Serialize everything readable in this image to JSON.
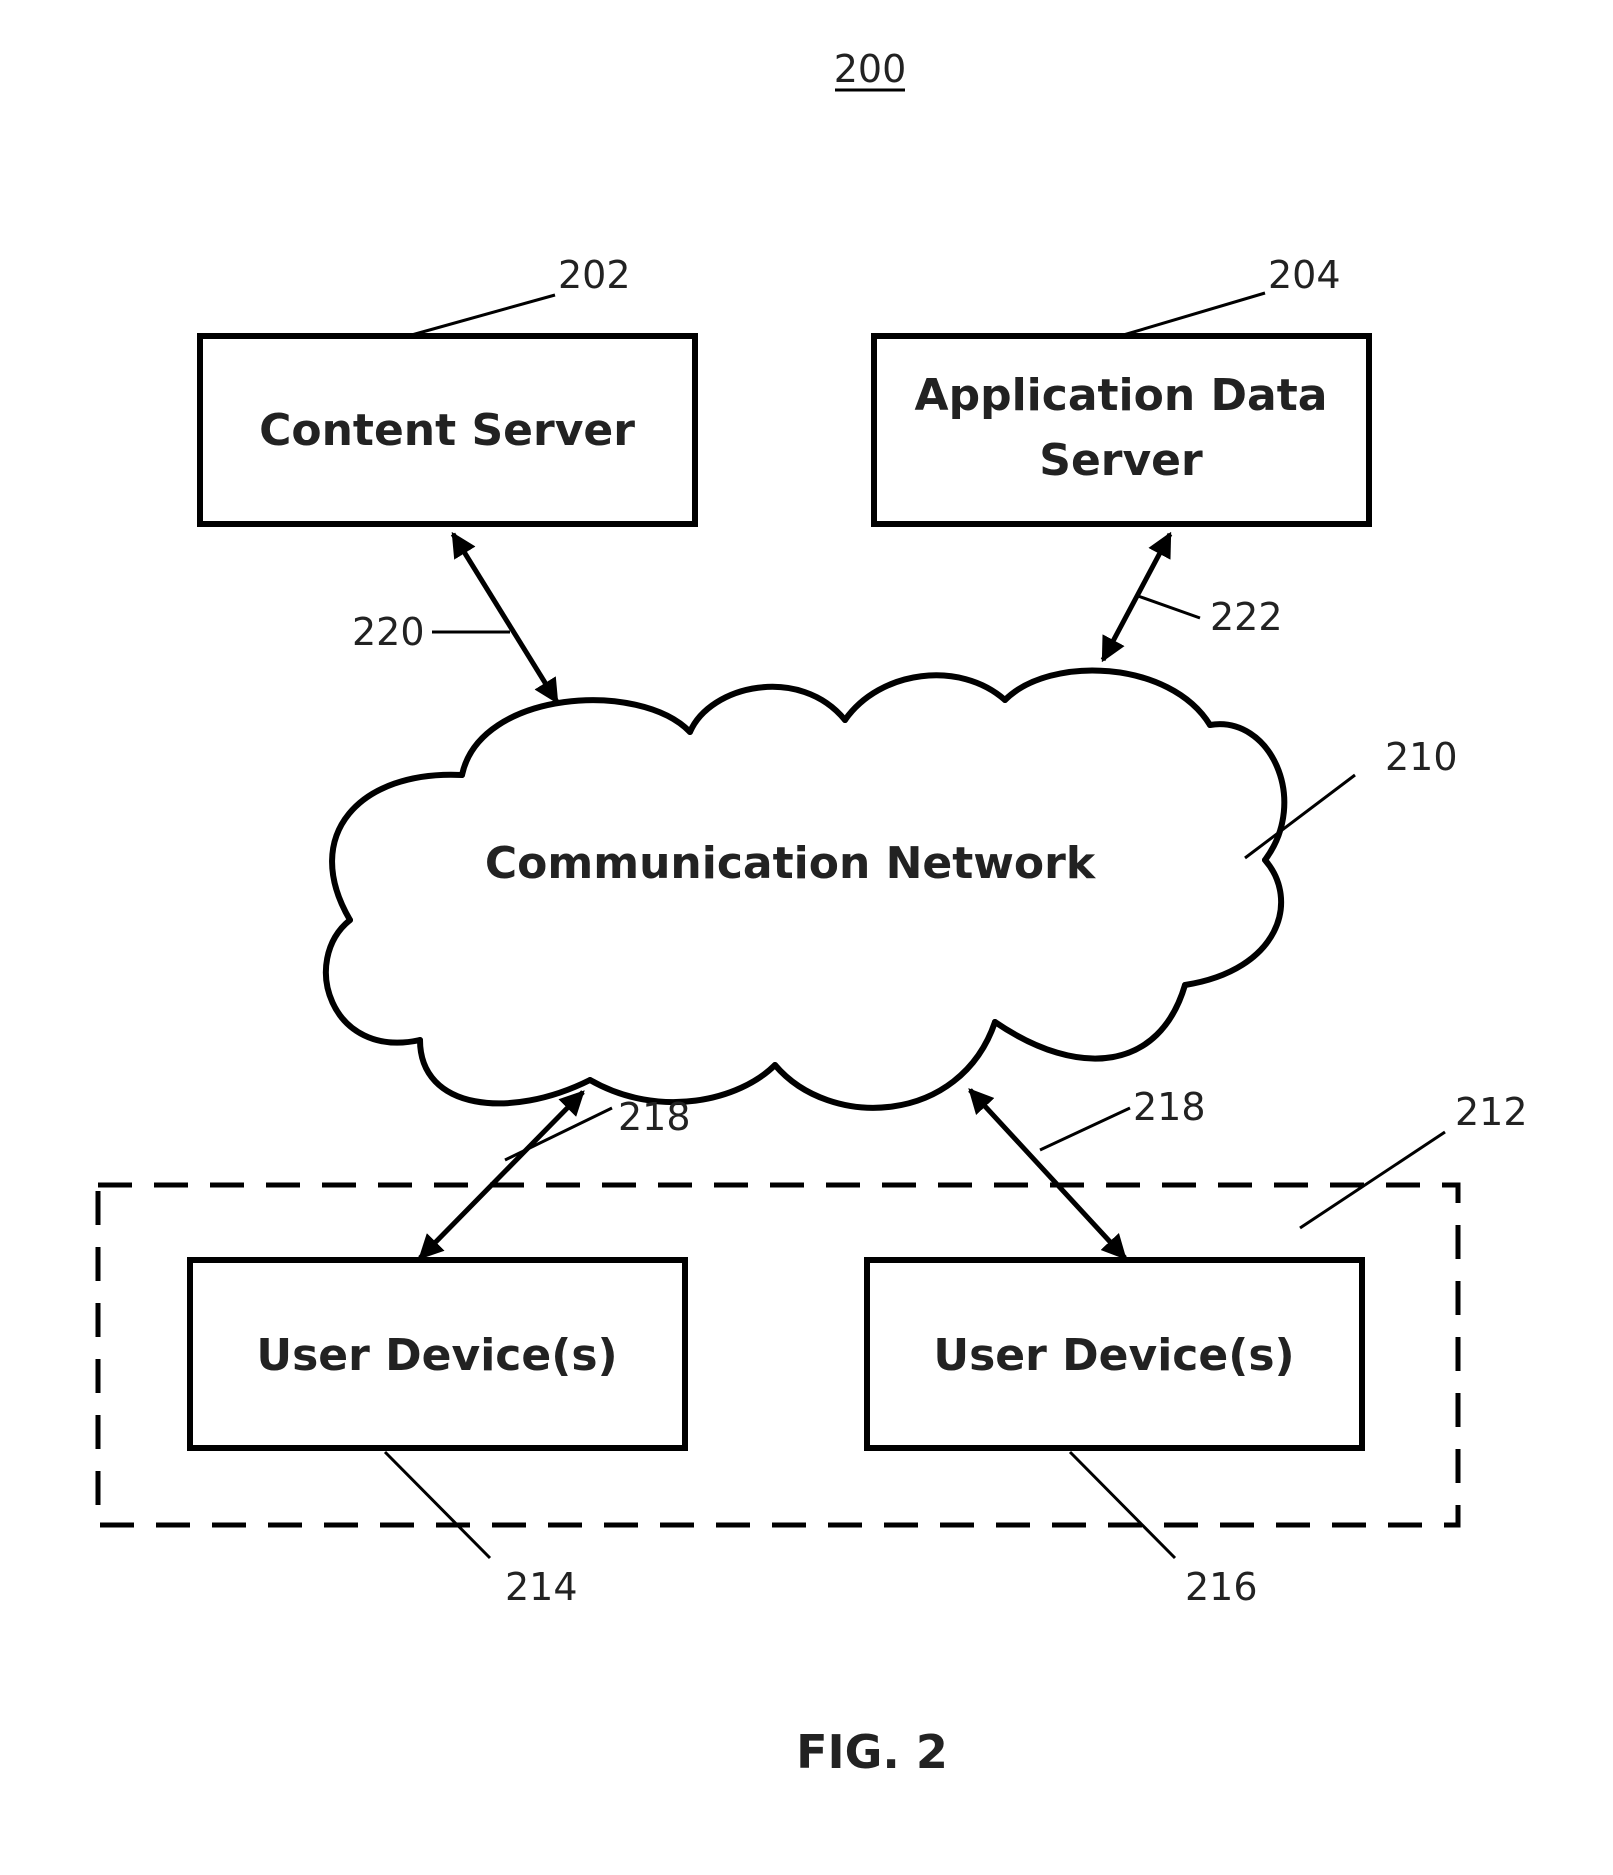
{
  "figure_number": "200",
  "caption": "FIG. 2",
  "nodes": {
    "content_server": {
      "label": "Content Server",
      "ref": "202"
    },
    "application_data_server": {
      "label_line1": "Application Data",
      "label_line2": "Server",
      "ref": "204"
    },
    "communication_network": {
      "label": "Communication Network",
      "ref": "210"
    },
    "user_group": {
      "ref": "212"
    },
    "user_device_left": {
      "label": "User Device(s)",
      "ref": "214"
    },
    "user_device_right": {
      "label": "User Device(s)",
      "ref": "216"
    }
  },
  "links": {
    "content_link": {
      "ref": "220"
    },
    "app_link": {
      "ref": "222"
    },
    "user_link_left": {
      "ref": "218"
    },
    "user_link_right": {
      "ref": "218"
    }
  }
}
